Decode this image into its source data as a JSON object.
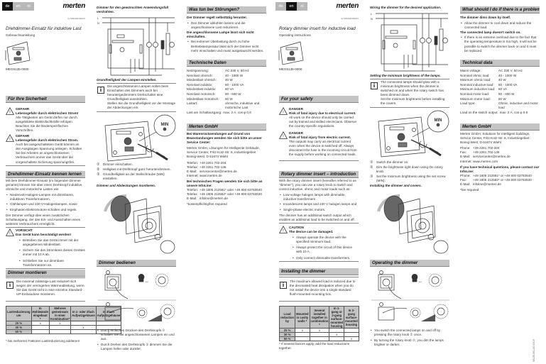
{
  "logo": {
    "name": "merten",
    "sub": "by Schneider Electric"
  },
  "lang_tabs": [
    "de",
    "en",
    "nl"
  ],
  "doc_code": "V6135-561-00 03/19",
  "pages": [
    {
      "lang": "de",
      "active_tab": 0,
      "title": "Drehdimmer-Einsatz für induktive Last",
      "subtitle": "Gebrauchsanleitung",
      "product_code": "MEG5135-0000",
      "safety": {
        "heading": "Für Ihre Sicherheit",
        "dangers": [
          {
            "label": "GEFAHR",
            "headline": "Lebensgefahr durch elektrischen Strom!",
            "text": "Alle Tätigkeiten am Gerät dürfen nur durch ausgebildete Elektrofachkräfte erfolgen. Beachten Sie die länderspezifischen Vorschriften."
          },
          {
            "label": "GEFAHR",
            "headline": "Lebensgefahr durch elektrischen Strom.",
            "text": "Auch bei ausgeschaltetem Gerät können an den Ausgängen Spannung anliegen. Schalten Sie bei Arbeiten an angeschlossenen Verbrauchern immer das Gerät über die vorgeschaltete Sicherung spannungsfrei."
          }
        ]
      },
      "intro": {
        "heading": "Drehdimmer-Einsatz kennen lernen",
        "text": "Mit dem Drehdimmer-Einsatz (im folgenden Dimmer genannt) können Sie über einen Drehknopf induktive, ohmsche und motorische Lasten wie",
        "bullets": [
          "Niedervolt-Halogen-Lampen mit dimmbaren, induktiven Transformatoren,",
          "Glühlampen und 230 V-Halogenlampen, sowie",
          "Einphasen-Elektromotore schalten und regeln."
        ],
        "text2": "Der Dimmer verfügt über einen zusätzlichen Schaltausgang, der das Ein- und Ausschalten eines weiteren Verbrauchers ermöglicht."
      },
      "caution": {
        "label": "VORSICHT",
        "headline": "Das Gerät kann beschädigt werden!",
        "bullets": [
          "Betreiben Sie das Gerät immer mit der angegebenen Mindestlast.",
          "Sichern Sie den Stromkreis dieses Gerätes immer mit 10 A ab.",
          "Schließen Sie nur dimmbare Transformatoren an."
        ]
      },
      "install": {
        "heading": "Dimmer montieren",
        "info": "Die maximal zulässige Last reduziert sich wegen der verringerten Wärmeableitung, wenn Sie das Gerät nicht in eine einzelne Standard-UP-Einbaudose montieren.",
        "table": {
          "headers": [
            "Lastreduzierung um",
            "In Hohlwände eingebaut *",
            "Mehrere gemeinsam in einer Kombination*",
            "In 1- oder 2fach Aufputzgehäuse",
            "In 3fach Aufputzgehäuse"
          ],
          "rows": [
            [
              "25 %",
              "x",
              "x",
              "",
              ""
            ],
            [
              "30 %",
              "",
              "",
              "x",
              ""
            ],
            [
              "50 %",
              "",
              "",
              "",
              "x"
            ]
          ]
        },
        "footnote": "* bei mehreren Faktoren Lastreduzierung addieren!"
      },
      "wiring_caption": "Dimmer für den gewünschten Anwendungsfall verdrahten.",
      "min_caption": "Grundhelligkeit der Lampen einstellen.",
      "min_info": "Die angeschlossenen Lampen sollen beim Einschalten des Dimmers auch bei heruntergedimmtem Drehschalter eine Grundhelligkeit ausstrahlen.",
      "min_info2": "Stellen Sie die Grundhelligkeit vor der Montage der Abdeckungen ein.",
      "min_label": "MIN",
      "steps": [
        "Dimmer einschalten.",
        "Helligkeit mit Drehknopf ganz herunterdimmen.",
        "Grundhelligkeit an der Stellschraube (MIN) einstellen."
      ],
      "covers_caption": "Dimmer und Abdeckungen montieren.",
      "operating": {
        "heading": "Dimmer bedienen",
        "bullets": [
          "Durch einfaches Drücken des Drehknopfs ① schalten Sie die angeschlossenen Lampen ein und aus.",
          "Durch Drehen des Drehknopfs ② dimmen Sie die Lampen heller oder dunkler."
        ]
      },
      "problem": {
        "heading": "Was tun bei Störungen?",
        "items": [
          {
            "q": "Der Dimmer regelt selbsttätig herunter.",
            "a": "Den Dimmer abkühlen lassen und die angeschlossene Last reduzieren."
          },
          {
            "q": "Die angeschlossene Lampe lässt sich nicht einschalten.",
            "a": "Bei extremer Überlastung durch zu hohe Betriebstemperatur lässt sich der Dimmer nicht mehr einschalten und muss ausgetauscht werden."
          }
        ]
      },
      "tech": {
        "heading": "Technische Daten",
        "rows": [
          [
            "Netzspannung:",
            "AC 230 V, 50 Hz"
          ],
          [
            "Nennlast ohmsch:",
            "40 - 1000 W"
          ],
          [
            "Mindestlast ohmsch:",
            "40 W"
          ],
          [
            "Nennlast induktiv:",
            "60 - 1000 VA"
          ],
          [
            "Mindestlast induktiv:",
            "60 VA"
          ],
          [
            "Nennlast motorisch:",
            "60 - 600 W"
          ],
          [
            "Mindestlast motorisch:",
            "60 W"
          ],
          [
            "Lastart:",
            "ohmsche, induktive und motorische Last"
          ],
          [
            "Last am Schaltausgang:",
            "max. 2 A, cos φ 0,6"
          ]
        ]
      },
      "company": {
        "heading": "Merten GmbH",
        "lead": "Bei Warenrücksendungen auf Grund von Beanstandungen wenden Sie sich bitte an unser Service Center:",
        "address": "Merten GmbH, Lösungen für intelligente Gebäude, Service Center, Fritz-Kotz-Str. 8, Industriegebiet Bomig-West, D-51674 Wiehl",
        "contacts": [
          [
            "Telefon:",
            "+49 2261 702-204"
          ],
          [
            "Telefax:",
            "+49 2261 702-136"
          ],
          [
            "E-Mail:",
            "servicecenter@merten.de"
          ],
          [
            "Internet:",
            "www.merten.de"
          ]
        ],
        "hotline_heading": "Bei technischen Fragen wenden Sie sich bitte an unsere InfoLine:",
        "hotline": [
          [
            "Telefon:",
            "+49 1805 212581* oder +49 800 63783640"
          ],
          [
            "Telefax:",
            "+49 1805 212582* oder +49 800 63783630"
          ],
          [
            "E-Mail:",
            "infoline@merten.de"
          ]
        ],
        "note": "*kostenpflichtig/fee required"
      }
    },
    {
      "lang": "en",
      "active_tab": 1,
      "title": "Rotary dimmer insert for inductive load",
      "subtitle": "Operating instructions",
      "product_code": "MEG5135-0000",
      "safety": {
        "heading": "For your safety",
        "dangers": [
          {
            "label": "DANGER",
            "headline": "Risk of fatal injury due to electrical current.",
            "text": "All work on the device should only be carried out by trained and skilled electricians. Observe the country-specific regulations."
          },
          {
            "label": "DANGER",
            "headline": "Risk of fatal injury from electric current.",
            "text": "The outputs may carry an electrical current even when the device is switched off. Always disconnect the fuse in the incoming circuit from the supply before working on connected loads."
          }
        ]
      },
      "intro": {
        "heading": "Rotary dimmer insert – introduction",
        "text": "With the rotary dimmer insert (hereafter referred to as \"dimmer\"), you can use a rotary knob to switch and control inductive, ohmic and motor loads such as:",
        "bullets": [
          "Low-voltage halogen lamps with dimmable, inductive transformers",
          "Incandescent lamps and 230 V halogen lamps and",
          "Single-phase electric motors."
        ],
        "text2": "The dimmer has an additional switch output which enables an additional load to be switched on and off."
      },
      "caution": {
        "label": "CAUTION",
        "headline": "The device can be damaged.",
        "bullets": [
          "Always operate the device with the specified minimum load.",
          "Always protect the circuit of this device with 10 A.",
          "Only connect dimmable transformers."
        ]
      },
      "install": {
        "heading": "Installing the dimmer",
        "info": "The maximum allowed load is reduced due to the decreased heat dissipation when you do not install the device into a single standard flush-mounted mounting box.",
        "table": {
          "headers": [
            "Load reduction by",
            "Mounted in cavity walls *",
            "Several installed together in combination *",
            "In 1-gang or 2-gang surface-mounted housing",
            "In 3-gang surface-mounted housing"
          ],
          "rows": [
            [
              "25 %",
              "x",
              "x",
              "",
              ""
            ],
            [
              "30 %",
              "",
              "",
              "x",
              ""
            ],
            [
              "50 %",
              "",
              "",
              "",
              "x"
            ]
          ]
        },
        "footnote": "* If several factors apply, add the load reductions together."
      },
      "wiring_caption": "Wiring the dimmer for the desired application.",
      "min_caption": "Setting the minimum brightness of the lamps.",
      "min_info": "The connected lamps should glow with a minimum brightness when the dimmer is switched on and when the rotary switch has been dimmed down.",
      "min_info2": "Set the minimum brightness before installing the covers.",
      "min_label": "MIN",
      "steps": [
        "Switch the dimmer on.",
        "Dim the brightness right down using the rotary knob.",
        "Set the minimum brightness using the set screw (MIN)."
      ],
      "covers_caption": "Installing the dimmer and covers.",
      "operating": {
        "heading": "Operating the dimmer",
        "bullets": [
          "You switch the connected lamps on and off by pressing the rotary knob ① once.",
          "By turning the rotary knob ②, you dim the lamps brighter or darker."
        ]
      },
      "problem": {
        "heading": "What should I do if there is a problem?",
        "items": [
          {
            "q": "The dimmer dims down by itself.",
            "a": "Allow the dimmer to cool down and reduce the connected load."
          },
          {
            "q": "The connected lamp doesn't switch on.",
            "a": "If there is an extreme overload due to the fact that the operating temperature is too high, it will not be possible to switch the dimmer back on and it must be replaced."
          }
        ]
      },
      "tech": {
        "heading": "Technical data",
        "rows": [
          [
            "Mains voltage:",
            "AC 230 V, 50 Hz"
          ],
          [
            "Nominal ohmic load:",
            "40 - 1000 W"
          ],
          [
            "Minimum ohmic load:",
            "40 W"
          ],
          [
            "Nominal inductive load:",
            "60 - 1000 VA"
          ],
          [
            "Minimum inductive load:",
            "60 VA"
          ],
          [
            "Nominal motor load:",
            "60 - 600 W"
          ],
          [
            "Minimum motor load:",
            "60 W"
          ],
          [
            "Load type:",
            "Ohmic, inductive and motor load"
          ],
          [
            "Load on the switch output:",
            "max. 2 A, cos φ 0.6"
          ]
        ]
      },
      "company": {
        "heading": "Merten GmbH",
        "lead": "",
        "address": "Merten GmbH, Solutions for intelligent buildings, Service Center, Fritz-Kotz-Str. 8, Industriegebiet Bomig-West, D-51674 Wiehl",
        "contacts": [
          [
            "Phone:",
            "+49 2261 702-204"
          ],
          [
            "Fax:",
            "+49 2261 702-136"
          ],
          [
            "E-Mail:",
            "servicecenter@merten.de"
          ],
          [
            "Internet:",
            "www.merten.com"
          ]
        ],
        "hotline_heading": "If you have technical questions, please contact our InfoLine:",
        "hotline": [
          [
            "Phone:",
            "+49 1805 212581* or +49 800 63783640"
          ],
          [
            "Fax:",
            "+49 1805 212582* or +49 800 63783630"
          ],
          [
            "E-Mail:",
            "infoline@merten.de"
          ]
        ],
        "note": "*fee required"
      }
    }
  ]
}
